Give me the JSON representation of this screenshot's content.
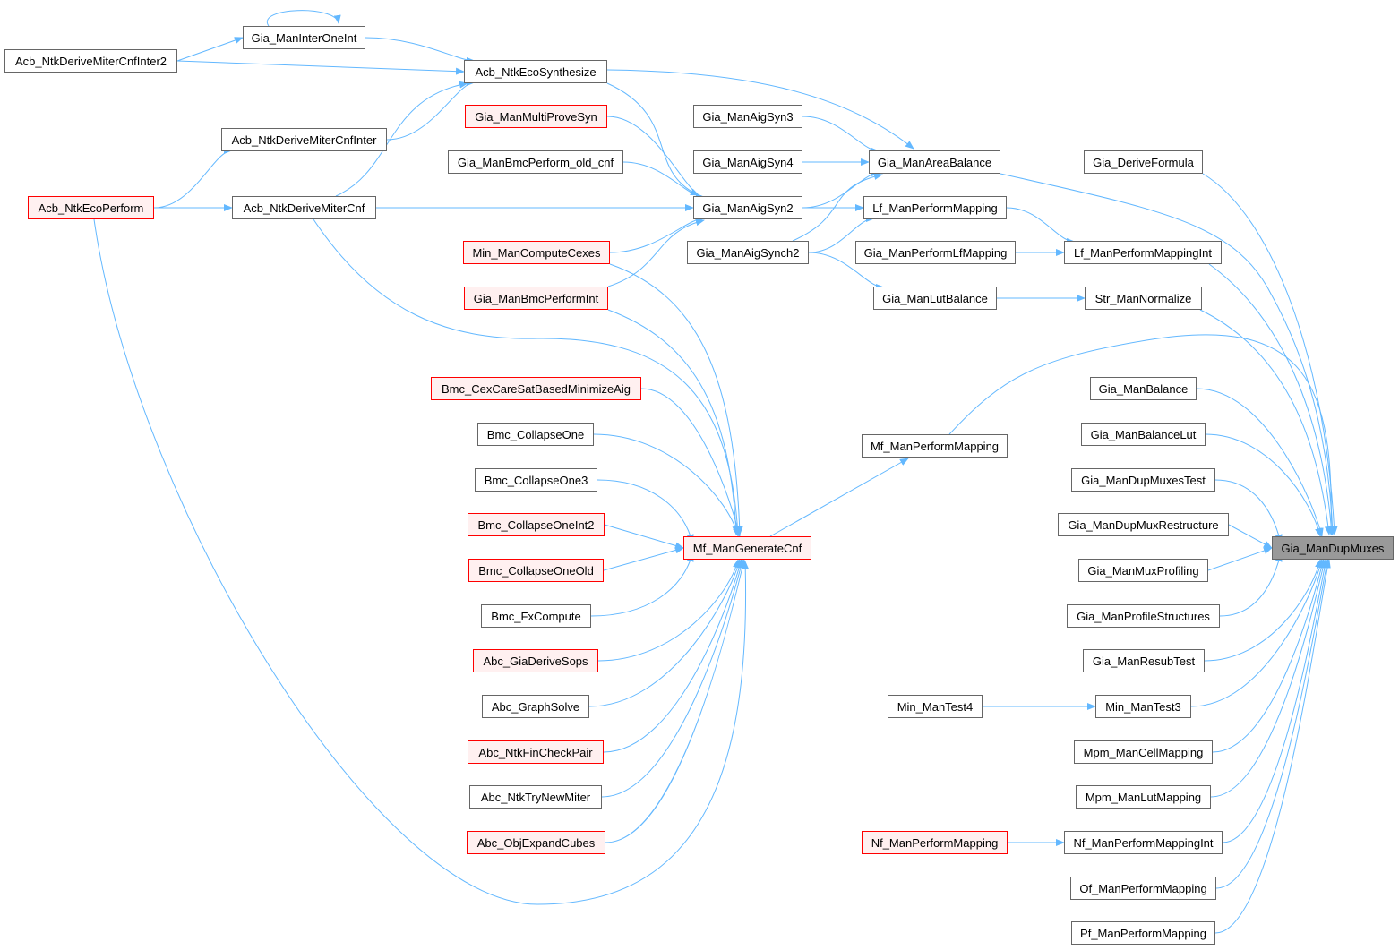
{
  "colors": {
    "edge": "#63B8FF",
    "caller_border": "#666666",
    "truncated_border": "#FF0000",
    "truncated_fill": "#FFF0F0",
    "current_fill": "#999999"
  },
  "nodes": [
    {
      "id": "n1",
      "label": "Gia_ManInterOneInt",
      "style": "normal"
    },
    {
      "id": "n2",
      "label": "Acb_NtkDeriveMiterCnfInter2",
      "style": "normal"
    },
    {
      "id": "n3",
      "label": "Acb_NtkEcoSynthesize",
      "style": "normal"
    },
    {
      "id": "n4",
      "label": "Gia_ManMultiProveSyn",
      "style": "red"
    },
    {
      "id": "n5",
      "label": "Acb_NtkDeriveMiterCnfInter",
      "style": "normal"
    },
    {
      "id": "n6",
      "label": "Gia_ManBmcPerform_old_cnf",
      "style": "normal"
    },
    {
      "id": "n7",
      "label": "Acb_NtkEcoPerform",
      "style": "red"
    },
    {
      "id": "n8",
      "label": "Acb_NtkDeriveMiterCnf",
      "style": "normal"
    },
    {
      "id": "n9",
      "label": "Min_ManComputeCexes",
      "style": "red"
    },
    {
      "id": "n10",
      "label": "Gia_ManBmcPerformInt",
      "style": "red"
    },
    {
      "id": "n11",
      "label": "Gia_ManAigSyn3",
      "style": "normal"
    },
    {
      "id": "n12",
      "label": "Gia_ManAigSyn4",
      "style": "normal"
    },
    {
      "id": "n13",
      "label": "Gia_ManAigSyn2",
      "style": "normal"
    },
    {
      "id": "n14",
      "label": "Gia_ManAigSynch2",
      "style": "normal"
    },
    {
      "id": "n15",
      "label": "Gia_ManAreaBalance",
      "style": "normal"
    },
    {
      "id": "n16",
      "label": "Lf_ManPerformMapping",
      "style": "normal"
    },
    {
      "id": "n17",
      "label": "Gia_ManPerformLfMapping",
      "style": "normal"
    },
    {
      "id": "n18",
      "label": "Gia_ManLutBalance",
      "style": "normal"
    },
    {
      "id": "n19",
      "label": "Gia_DeriveFormula",
      "style": "normal"
    },
    {
      "id": "n20",
      "label": "Lf_ManPerformMappingInt",
      "style": "normal"
    },
    {
      "id": "n21",
      "label": "Str_ManNormalize",
      "style": "normal"
    },
    {
      "id": "n22",
      "label": "Gia_ManBalance",
      "style": "normal"
    },
    {
      "id": "n23",
      "label": "Gia_ManBalanceLut",
      "style": "normal"
    },
    {
      "id": "n24",
      "label": "Gia_ManDupMuxesTest",
      "style": "normal"
    },
    {
      "id": "n25",
      "label": "Gia_ManDupMuxRestructure",
      "style": "normal"
    },
    {
      "id": "n26",
      "label": "Gia_ManMuxProfiling",
      "style": "normal"
    },
    {
      "id": "n27",
      "label": "Gia_ManProfileStructures",
      "style": "normal"
    },
    {
      "id": "n28",
      "label": "Gia_ManResubTest",
      "style": "normal"
    },
    {
      "id": "n29",
      "label": "Min_ManTest3",
      "style": "normal"
    },
    {
      "id": "n30",
      "label": "Mpm_ManCellMapping",
      "style": "normal"
    },
    {
      "id": "n31",
      "label": "Mpm_ManLutMapping",
      "style": "normal"
    },
    {
      "id": "n32",
      "label": "Nf_ManPerformMappingInt",
      "style": "normal"
    },
    {
      "id": "n33",
      "label": "Of_ManPerformMapping",
      "style": "normal"
    },
    {
      "id": "n34",
      "label": "Pf_ManPerformMapping",
      "style": "normal"
    },
    {
      "id": "n35",
      "label": "Gia_ManDupMuxes",
      "style": "current"
    },
    {
      "id": "n36",
      "label": "Min_ManTest4",
      "style": "normal"
    },
    {
      "id": "n37",
      "label": "Nf_ManPerformMapping",
      "style": "red"
    },
    {
      "id": "n38",
      "label": "Mf_ManPerformMapping",
      "style": "normal"
    },
    {
      "id": "n39",
      "label": "Mf_ManGenerateCnf",
      "style": "red"
    },
    {
      "id": "n40",
      "label": "Bmc_CexCareSatBasedMinimizeAig",
      "style": "red"
    },
    {
      "id": "n41",
      "label": "Bmc_CollapseOne",
      "style": "normal"
    },
    {
      "id": "n42",
      "label": "Bmc_CollapseOne3",
      "style": "normal"
    },
    {
      "id": "n43",
      "label": "Bmc_CollapseOneInt2",
      "style": "red"
    },
    {
      "id": "n44",
      "label": "Bmc_CollapseOneOld",
      "style": "red"
    },
    {
      "id": "n45",
      "label": "Bmc_FxCompute",
      "style": "normal"
    },
    {
      "id": "n46",
      "label": "Abc_GiaDeriveSops",
      "style": "red"
    },
    {
      "id": "n47",
      "label": "Abc_GraphSolve",
      "style": "normal"
    },
    {
      "id": "n48",
      "label": "Abc_NtkFinCheckPair",
      "style": "red"
    },
    {
      "id": "n49",
      "label": "Abc_NtkTryNewMiter",
      "style": "normal"
    },
    {
      "id": "n50",
      "label": "Abc_ObjExpandCubes",
      "style": "red"
    }
  ],
  "edges": [
    [
      "n2",
      "n1"
    ],
    [
      "n2",
      "n3"
    ],
    [
      "n1",
      "n1"
    ],
    [
      "n1",
      "n3"
    ],
    [
      "n5",
      "n3"
    ],
    [
      "n8",
      "n3"
    ],
    [
      "n7",
      "n5"
    ],
    [
      "n7",
      "n8"
    ],
    [
      "n7",
      "n39"
    ],
    [
      "n8",
      "n13"
    ],
    [
      "n8",
      "n39"
    ],
    [
      "n3",
      "n13"
    ],
    [
      "n3",
      "n15"
    ],
    [
      "n4",
      "n13"
    ],
    [
      "n6",
      "n13"
    ],
    [
      "n9",
      "n13"
    ],
    [
      "n10",
      "n13"
    ],
    [
      "n9",
      "n39"
    ],
    [
      "n10",
      "n39"
    ],
    [
      "n11",
      "n15"
    ],
    [
      "n12",
      "n15"
    ],
    [
      "n13",
      "n15"
    ],
    [
      "n13",
      "n16"
    ],
    [
      "n14",
      "n15"
    ],
    [
      "n14",
      "n16"
    ],
    [
      "n14",
      "n18"
    ],
    [
      "n15",
      "n35"
    ],
    [
      "n16",
      "n20"
    ],
    [
      "n17",
      "n20"
    ],
    [
      "n18",
      "n21"
    ],
    [
      "n19",
      "n35"
    ],
    [
      "n20",
      "n35"
    ],
    [
      "n21",
      "n35"
    ],
    [
      "n22",
      "n35"
    ],
    [
      "n23",
      "n35"
    ],
    [
      "n24",
      "n35"
    ],
    [
      "n25",
      "n35"
    ],
    [
      "n26",
      "n35"
    ],
    [
      "n27",
      "n35"
    ],
    [
      "n28",
      "n35"
    ],
    [
      "n29",
      "n35"
    ],
    [
      "n30",
      "n35"
    ],
    [
      "n31",
      "n35"
    ],
    [
      "n32",
      "n35"
    ],
    [
      "n33",
      "n35"
    ],
    [
      "n34",
      "n35"
    ],
    [
      "n38",
      "n35"
    ],
    [
      "n39",
      "n38"
    ],
    [
      "n36",
      "n29"
    ],
    [
      "n37",
      "n32"
    ],
    [
      "n40",
      "n39"
    ],
    [
      "n41",
      "n39"
    ],
    [
      "n42",
      "n39"
    ],
    [
      "n43",
      "n39"
    ],
    [
      "n44",
      "n39"
    ],
    [
      "n45",
      "n39"
    ],
    [
      "n46",
      "n39"
    ],
    [
      "n47",
      "n39"
    ],
    [
      "n48",
      "n39"
    ],
    [
      "n49",
      "n39"
    ],
    [
      "n50",
      "n39"
    ]
  ]
}
